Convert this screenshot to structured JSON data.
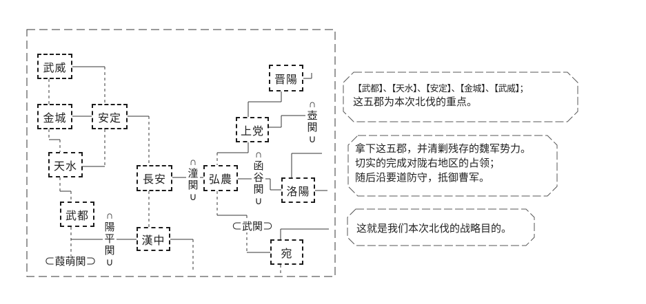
{
  "map": {
    "cities": {
      "wuwei": "武威",
      "jincheng": "金城",
      "anding": "安定",
      "tianshui": "天水",
      "wudu": "武都",
      "changan": "長安",
      "hanzhong": "漢中",
      "jinyang": "晋陽",
      "shangdang": "上党",
      "hongnong": "弘農",
      "luoyang": "洛陽",
      "wan": "宛"
    },
    "passes": {
      "tongguan": "∩潼関∪",
      "hanguguan": "∩函谷関∪",
      "huguan": "∩壺関∪",
      "yangpingguan": "∩陽平関∪",
      "wuguan": "⊂武関⊃",
      "jiamengguan": "⊂葭萌関⊃"
    }
  },
  "bubbles": {
    "b1": {
      "line1": "【武都】、【天水】、【安定】、【金城】、【武威】；",
      "line2": "这五郡为本次北伐的重点。"
    },
    "b2": {
      "line1": "拿下这五郡，并清剿残存的魏军势力。",
      "line2": "切实的完成对陇右地区的占领；",
      "line3": "随后沿要道防守，抵御曹军。"
    },
    "b3": {
      "line1": "这就是我们本次北伐的战略目的。"
    }
  }
}
